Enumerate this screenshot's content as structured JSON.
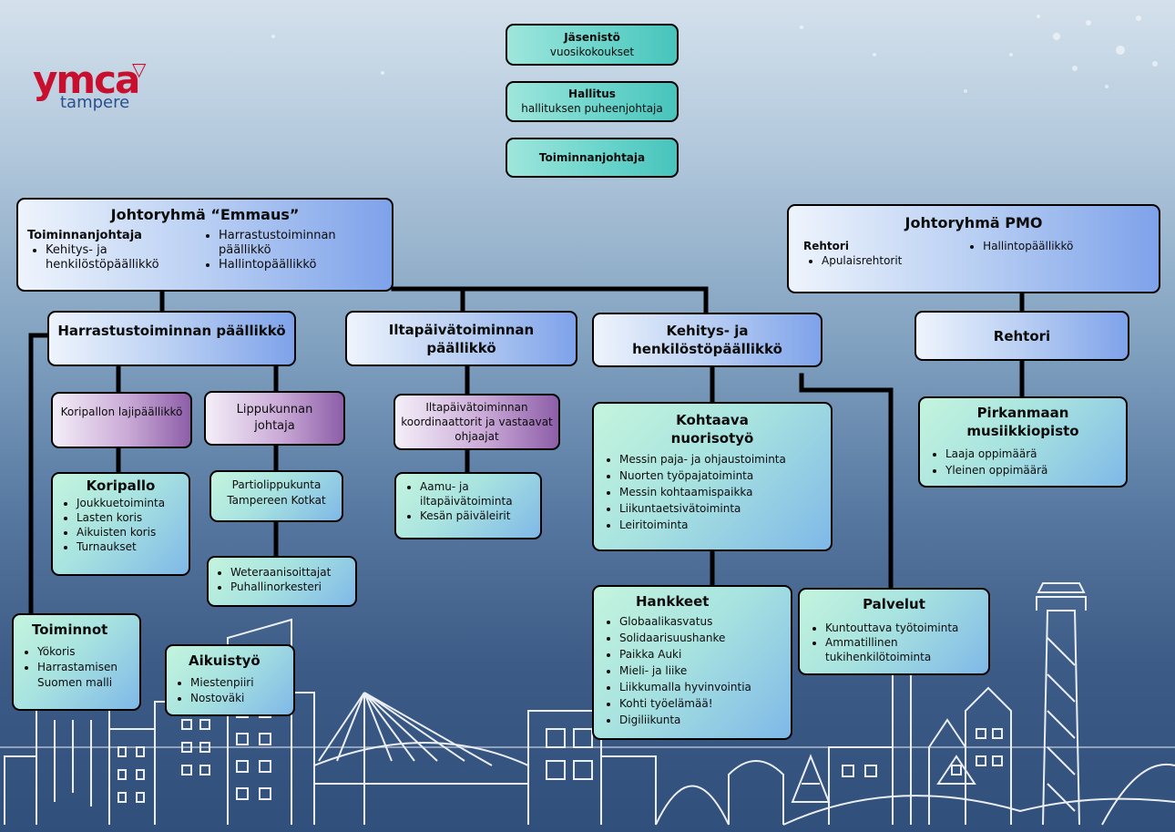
{
  "logo": {
    "main": "ymca",
    "sub": "tampere"
  },
  "colors": {
    "teal": "#6fd7cd",
    "blue": "#b9cff3",
    "purple": "#c9a9d6",
    "mint": "#a8e3e0",
    "logo_red": "#c8102e"
  },
  "top": {
    "jasenisto": {
      "title": "Jäsenistö",
      "sub": "vuosikokoukset"
    },
    "hallitus": {
      "title": "Hallitus",
      "sub": "hallituksen puheenjohtaja"
    },
    "toiminnanjohtaja": {
      "title": "Toiminnanjohtaja"
    }
  },
  "emmaus": {
    "title": "Johtoryhmä “Emmaus”",
    "lead": "Toiminnanjohtaja",
    "left_items": [
      "Kehitys- ja henkilöstöpäällikkö"
    ],
    "right_items": [
      "Harrastustoiminnan päällikkö",
      "Hallintopäällikkö"
    ]
  },
  "pmo": {
    "title": "Johtoryhmä PMO",
    "lead": "Rehtori",
    "left_items": [
      "Apulaisrehtorit"
    ],
    "right_items": [
      "Hallintopäällikkö"
    ]
  },
  "managers": {
    "harrastus": "Harrastustoiminnan päällikkö",
    "iltapaiva": "Iltapäivätoiminnan päällikkö",
    "kehitys": "Kehitys- ja henkilöstöpäällikkö",
    "rehtori": "Rehtori"
  },
  "coordinators": {
    "koripallon": "Koripallon lajipäällikkö",
    "lippukunnan": "Lippukunnan johtaja",
    "iltapaiva_koord": "Iltapäivätoiminnan koordinaattorit ja vastaavat ohjaajat"
  },
  "units": {
    "koripallo": {
      "title": "Koripallo",
      "items": [
        "Joukkuetoiminta",
        "Lasten koris",
        "Aikuisten koris",
        "Turnaukset"
      ]
    },
    "partio": {
      "title": "Partiolippukunta Tampereen Kotkat"
    },
    "weteraani": {
      "items": [
        "Weteraanisoittajat",
        "Puhallinorkesteri"
      ]
    },
    "aamu": {
      "items": [
        "Aamu- ja iltapäivätoiminta",
        "Kesän päiväleirit"
      ]
    },
    "kohtaava": {
      "title": "Kohtaava nuorisotyö",
      "items": [
        "Messin paja- ja ohjaustoiminta",
        "Nuorten työpajatoiminta",
        "Messin kohtaamispaikka",
        "Liikuntaetsivätoiminta",
        "Leiritoiminta"
      ]
    },
    "pirkanmaan": {
      "title": "Pirkanmaan musiikkiopisto",
      "items": [
        "Laaja oppimäärä",
        "Yleinen oppimäärä"
      ]
    },
    "hankkeet": {
      "title": "Hankkeet",
      "items": [
        "Globaalikasvatus",
        "Solidaarisuushanke",
        "Paikka Auki",
        "Mieli- ja liike",
        "Liikkumalla hyvinvointia",
        "Kohti työelämää!",
        "Digiliikunta"
      ]
    },
    "palvelut": {
      "title": "Palvelut",
      "items": [
        "Kuntouttava työtoiminta",
        "Ammatillinen tukihenkilötoiminta"
      ]
    },
    "toiminnot": {
      "title": "Toiminnot",
      "items": [
        "Yökoris",
        "Harrastamisen Suomen malli"
      ]
    },
    "aikuistyo": {
      "title": "Aikuistyö",
      "items": [
        "Miestenpiiri",
        "Nostoväki"
      ]
    }
  }
}
